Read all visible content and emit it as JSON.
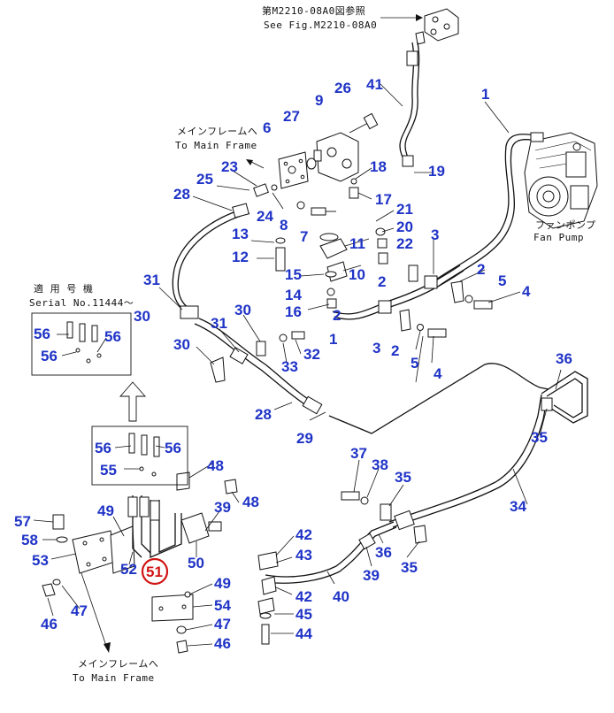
{
  "notes": {
    "ref_jp": "第M2210-08A0図参照",
    "ref_en": "See Fig.M2210-08A0",
    "mainframe_top_jp": "メインフレームへ",
    "mainframe_top_en": "To Main Frame",
    "fanpump_jp": "ファンポンプ",
    "fanpump_en": "Fan Pump",
    "serial_jp": "適 用 号 機",
    "serial_en": "Serial No.11444〜",
    "mainframe_bottom_jp": "メインフレームへ",
    "mainframe_bottom_en": "To Main Frame"
  },
  "highlighted_part": "51",
  "callouts": [
    "1",
    "2",
    "3",
    "4",
    "5",
    "6",
    "7",
    "8",
    "9",
    "10",
    "11",
    "12",
    "13",
    "14",
    "15",
    "16",
    "17",
    "18",
    "19",
    "20",
    "21",
    "22",
    "23",
    "24",
    "25",
    "26",
    "27",
    "28",
    "29",
    "30",
    "31",
    "32",
    "33",
    "34",
    "35",
    "36",
    "37",
    "38",
    "39",
    "40",
    "41",
    "42",
    "43",
    "44",
    "45",
    "46",
    "47",
    "48",
    "49",
    "50",
    "52",
    "53",
    "54",
    "55",
    "56",
    "57",
    "58"
  ],
  "colors": {
    "callout": "#1f33c6",
    "highlight": "#d11414",
    "line": "#111111"
  }
}
